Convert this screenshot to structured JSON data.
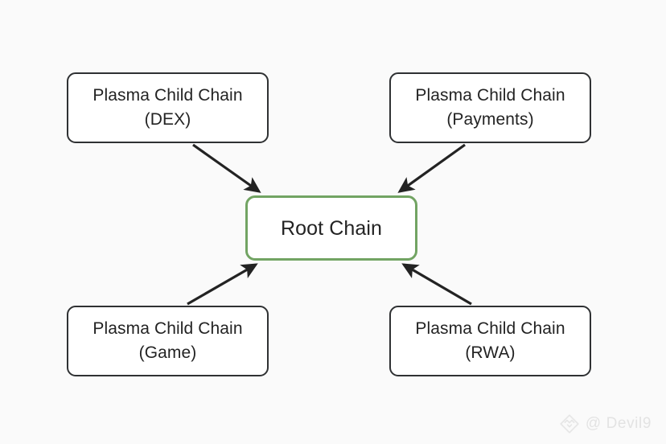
{
  "diagram": {
    "type": "node-edge-diagram",
    "background_color": "#fafafa",
    "nodes": [
      {
        "id": "dex",
        "line1": "Plasma Child Chain",
        "line2": "(DEX)",
        "border_color": "#2f3133",
        "fill_color": "#ffffff",
        "position": "top-left"
      },
      {
        "id": "payments",
        "line1": "Plasma Child Chain",
        "line2": "(Payments)",
        "border_color": "#2f3133",
        "fill_color": "#ffffff",
        "position": "top-right"
      },
      {
        "id": "root",
        "line1": "Root Chain",
        "line2": "",
        "border_color": "#72a463",
        "fill_color": "#ffffff",
        "position": "center"
      },
      {
        "id": "game",
        "line1": "Plasma Child Chain",
        "line2": "(Game)",
        "border_color": "#2f3133",
        "fill_color": "#ffffff",
        "position": "bottom-left"
      },
      {
        "id": "rwa",
        "line1": "Plasma Child Chain",
        "line2": "(RWA)",
        "border_color": "#2f3133",
        "fill_color": "#ffffff",
        "position": "bottom-right"
      }
    ],
    "edges": [
      {
        "id": "dex-to-root",
        "from": "dex",
        "to": "root",
        "direction": "to-root",
        "color": "#232323"
      },
      {
        "id": "payments-to-root",
        "from": "payments",
        "to": "root",
        "direction": "to-root",
        "color": "#232323"
      },
      {
        "id": "game-to-root",
        "from": "game",
        "to": "root",
        "direction": "to-root",
        "color": "#232323"
      },
      {
        "id": "rwa-to-root",
        "from": "rwa",
        "to": "root",
        "direction": "to-root",
        "color": "#232323"
      }
    ]
  },
  "watermark": {
    "handle": "@ Devil9",
    "logo_icon": "diamond-chevron-icon",
    "color": "#e3e3e3"
  }
}
